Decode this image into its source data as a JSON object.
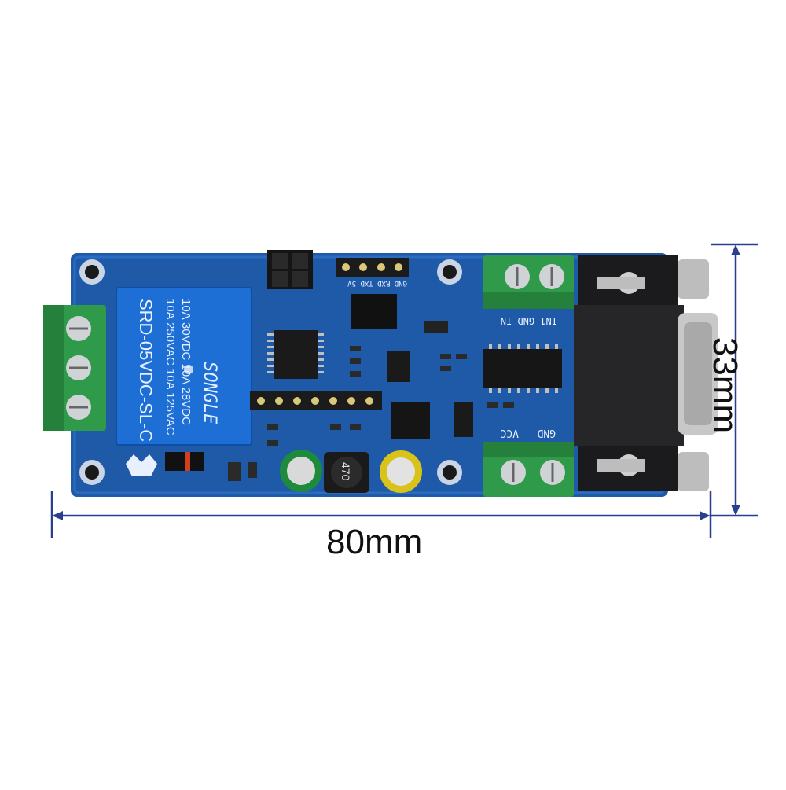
{
  "dimensions": {
    "width_label": "80mm",
    "height_label": "33mm"
  },
  "relay": {
    "brand": "SONGLE",
    "model": "SRD-05VDC-SL-C",
    "rating_1": "10A 250VAC  10A 125VAC",
    "rating_2": "10A 30VDC  10A 28VDC"
  },
  "board_labels": {
    "top_header": "GND RXD TXD 5V",
    "terminal_top": "IN1 GND IN",
    "terminal_bottom_vcc": "VCC",
    "terminal_bottom_gnd": "GND",
    "inductor": "470"
  },
  "colors": {
    "pcb": "#1f5aa8",
    "relay": "#1d6fd6",
    "terminal": "#2f9a4a",
    "connector": "#1b1b1d",
    "dimension_line": "#2a3f8f"
  }
}
